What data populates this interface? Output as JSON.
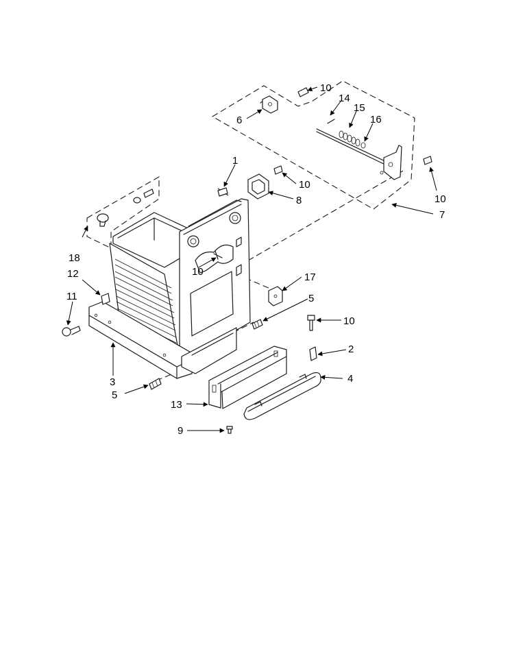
{
  "labels": {
    "p1": "1",
    "p2": "2",
    "p3": "3",
    "p4": "4",
    "p5a": "5",
    "p5b": "5",
    "p6": "6",
    "p7": "7",
    "p8": "8",
    "p9": "9",
    "p10a": "10",
    "p10b": "10",
    "p10c": "10",
    "p10d": "10",
    "p10e": "10",
    "p11": "11",
    "p12": "12",
    "p13": "13",
    "p14": "14",
    "p15": "15",
    "p16": "16",
    "p17": "17",
    "p18": "18"
  }
}
